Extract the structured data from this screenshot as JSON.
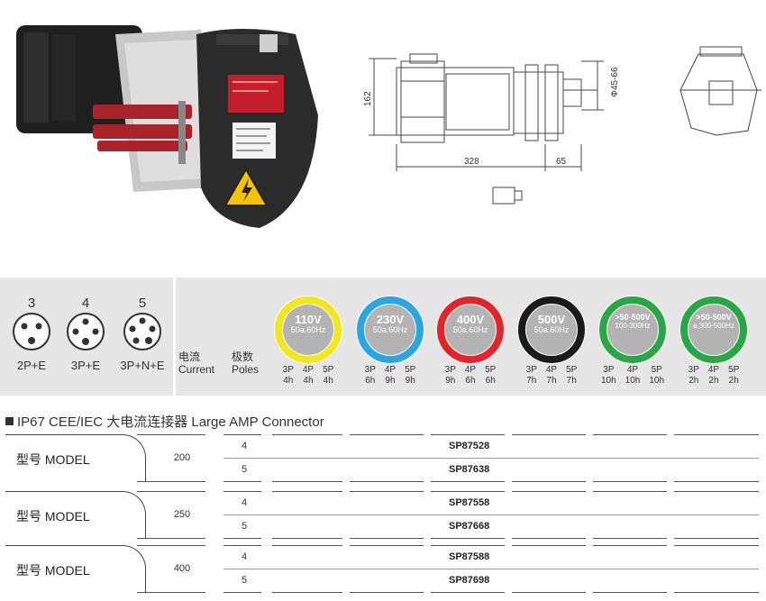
{
  "product_image": {
    "warning_symbol": "high-voltage-warning-icon"
  },
  "drawing": {
    "height_dim": "162",
    "diameter_dim": "Φ45-66",
    "length_dim": "328",
    "end_dim": "65"
  },
  "pin_configs": [
    {
      "number": "3",
      "label": "2P+E",
      "pins": 3
    },
    {
      "number": "4",
      "label": "3P+E",
      "pins": 4
    },
    {
      "number": "5",
      "label": "3P+N+E",
      "pins": 5
    }
  ],
  "legend": {
    "current_cn": "电流",
    "current_en": "Current",
    "poles_cn": "极数",
    "poles_en": "Poles"
  },
  "voltages": [
    {
      "volt": "110V",
      "freq": "50a.60Hz",
      "color": "#f2e61c",
      "small": false,
      "poles": [
        "3P",
        "4P",
        "5P"
      ],
      "hours": [
        "4h",
        "4h",
        "4h"
      ]
    },
    {
      "volt": "230V",
      "freq": "50a.60Hz",
      "color": "#2aa6e0",
      "small": false,
      "poles": [
        "3P",
        "4P",
        "5P"
      ],
      "hours": [
        "6h",
        "9h",
        "9h"
      ]
    },
    {
      "volt": "400V",
      "freq": "50a.60Hz",
      "color": "#e3242b",
      "small": false,
      "poles": [
        "3P",
        "4P",
        "5P"
      ],
      "hours": [
        "9h",
        "6h",
        "6h"
      ]
    },
    {
      "volt": "500V",
      "freq": "50a.60Hz",
      "color": "#1a1a1a",
      "small": false,
      "poles": [
        "3P",
        "4P",
        "5P"
      ],
      "hours": [
        "7h",
        "7h",
        "7h"
      ]
    },
    {
      "volt": ">50-500V",
      "freq": "100-300Hz",
      "color": "#28a745",
      "small": true,
      "poles": [
        "3P",
        "4P",
        "5P"
      ],
      "hours": [
        "10h",
        "10h",
        "10h"
      ]
    },
    {
      "volt": ">50-500V",
      "freq": "a.300-500Hz",
      "color": "#28a745",
      "small": true,
      "poles": [
        "3P",
        "4P",
        "5P"
      ],
      "hours": [
        "2h",
        "2h",
        "2h"
      ]
    }
  ],
  "section_title": "IP67 CEE/IEC 大电流连接器  Large AMP Connector",
  "models": [
    {
      "label": "型号 MODEL",
      "amp": "200",
      "rows": [
        {
          "poles": "4",
          "code": "SP87528"
        },
        {
          "poles": "5",
          "code": "SP87638"
        }
      ]
    },
    {
      "label": "型号 MODEL",
      "amp": "250",
      "rows": [
        {
          "poles": "4",
          "code": "SP87558"
        },
        {
          "poles": "5",
          "code": "SP87668"
        }
      ]
    },
    {
      "label": "型号 MODEL",
      "amp": "400",
      "rows": [
        {
          "poles": "4",
          "code": "SP87588"
        },
        {
          "poles": "5",
          "code": "SP87698"
        }
      ]
    }
  ],
  "colors": {
    "band": "#e6e6e6",
    "connector_body": "#2b2b2b",
    "lever_red": "#a8232a",
    "warning_yellow": "#f5c400"
  }
}
